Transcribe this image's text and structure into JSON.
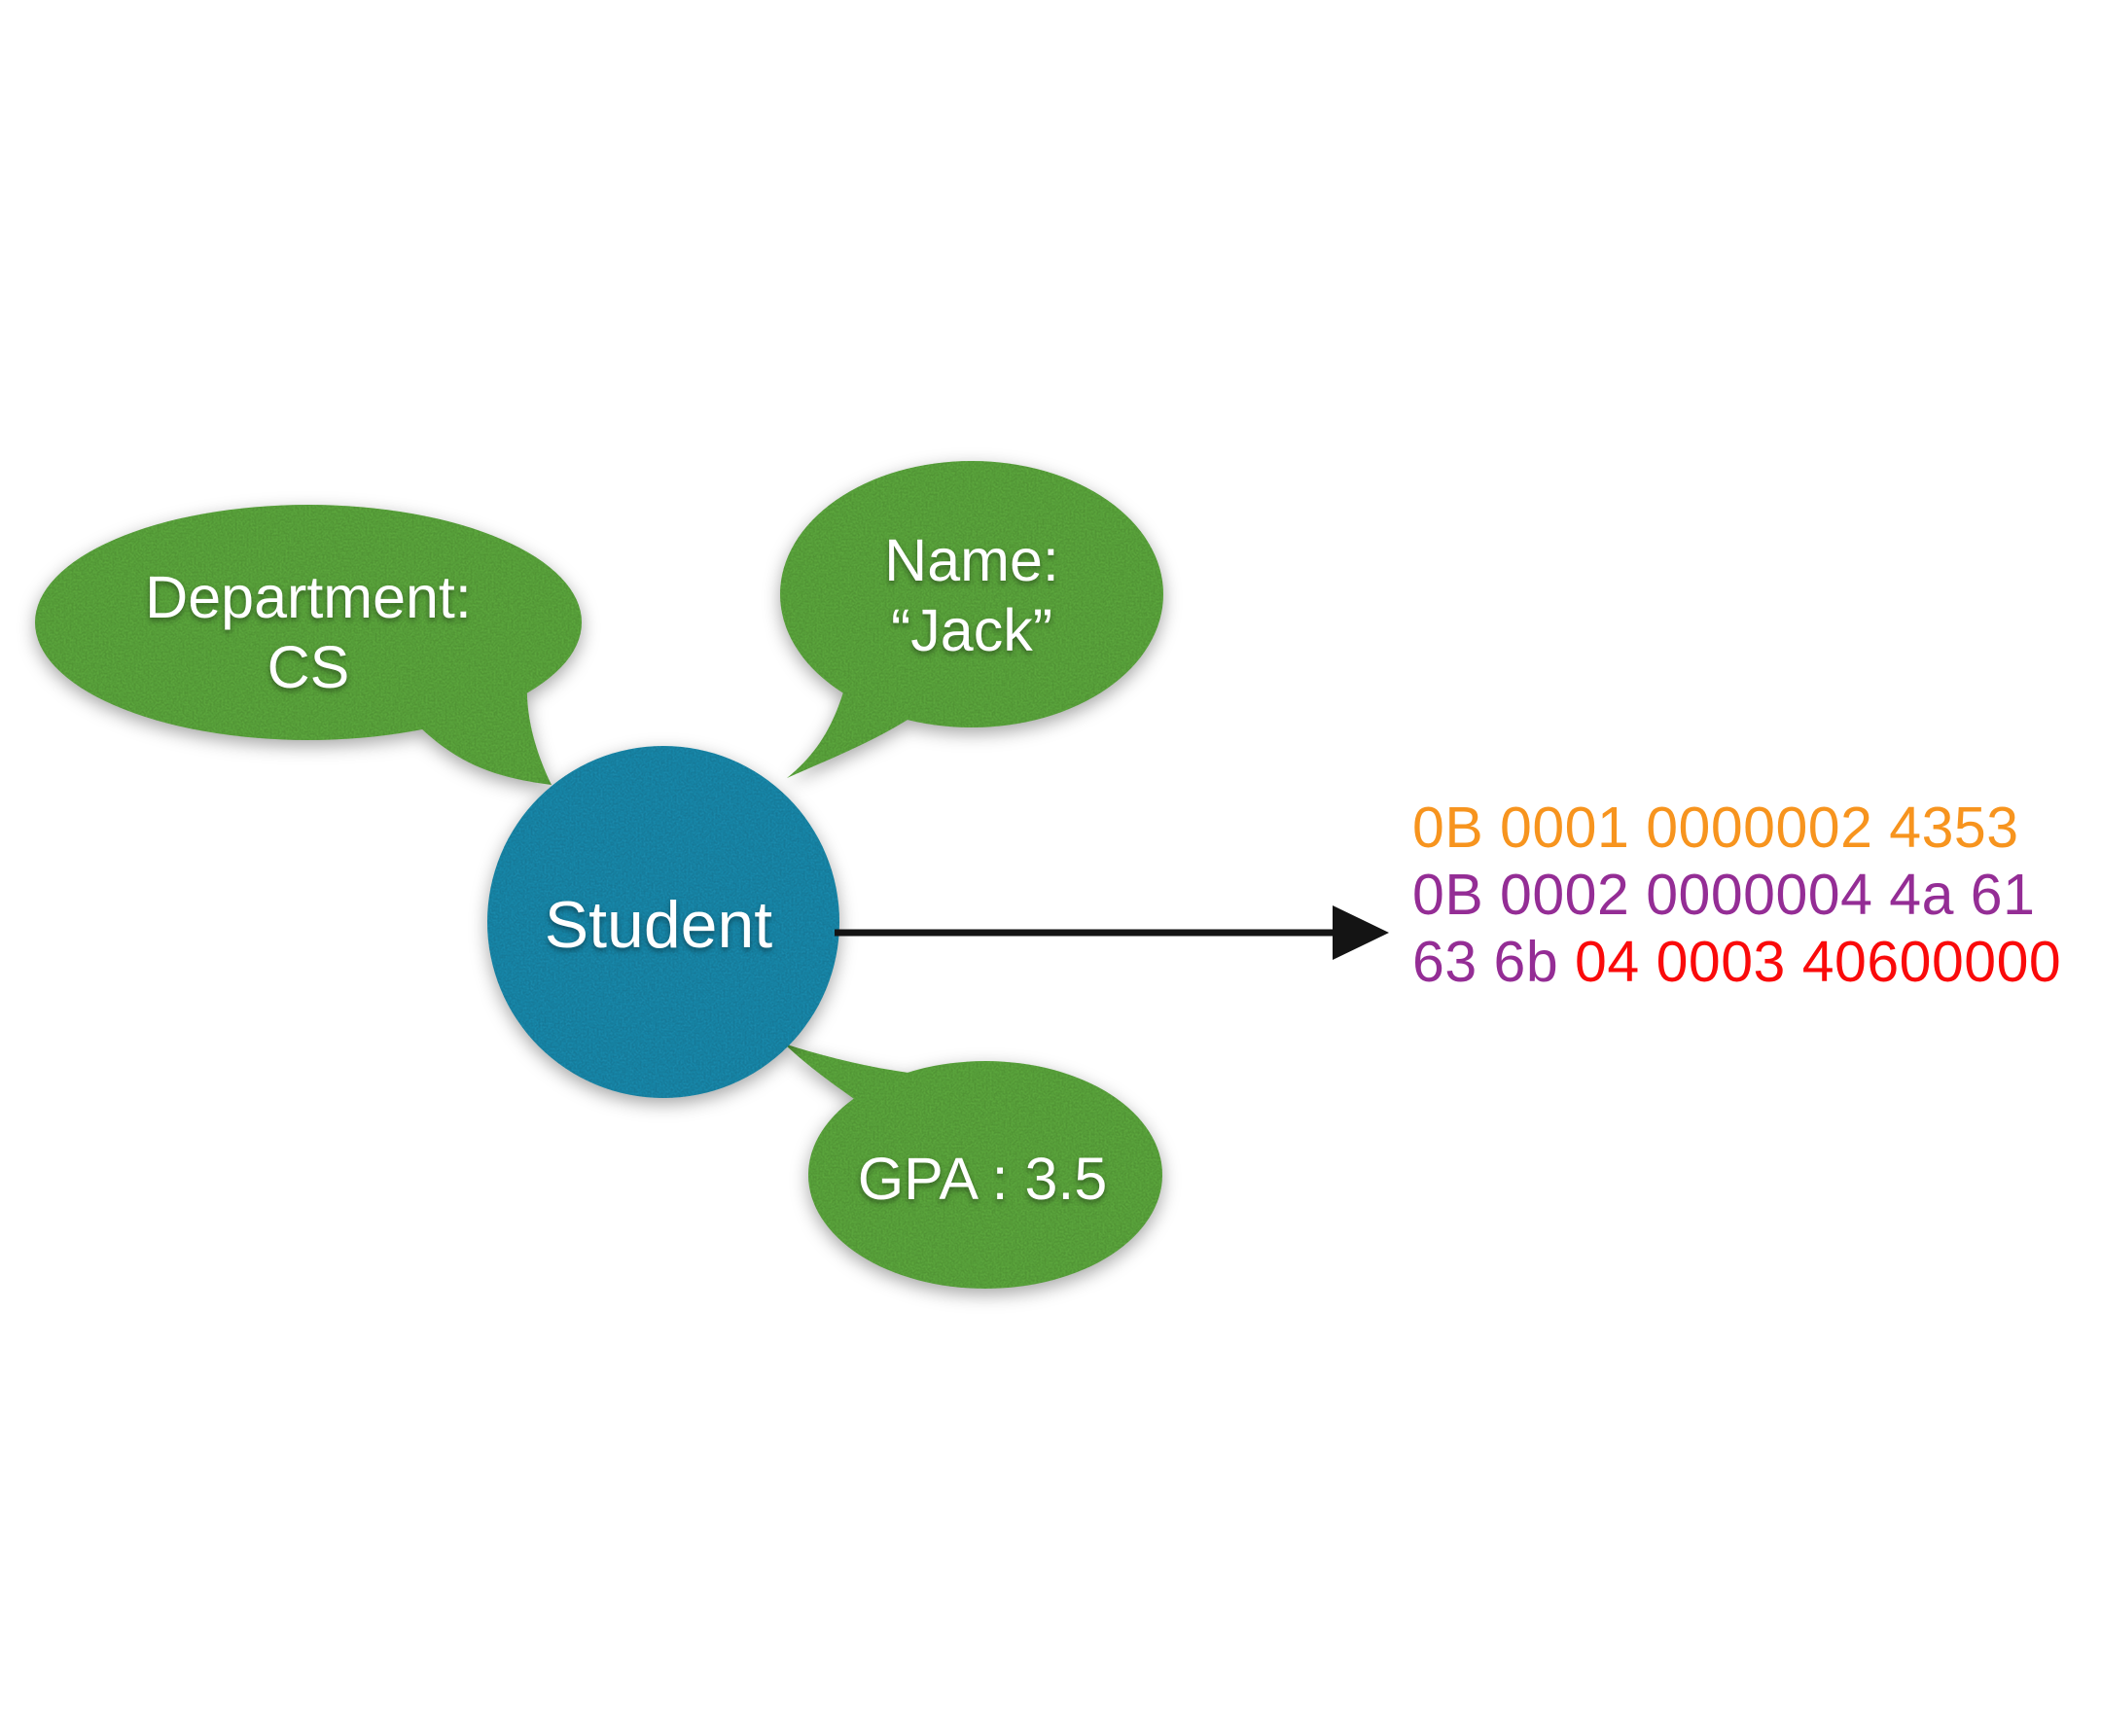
{
  "node": {
    "label": "Student",
    "fill": "#1c88aa",
    "text_color": "#ffffff"
  },
  "bubbles": [
    {
      "id": "department",
      "lines": [
        "Department:",
        "CS"
      ],
      "fill": "#5ba63e",
      "text_color": "#ffffff"
    },
    {
      "id": "name",
      "lines": [
        "Name:",
        "“Jack”"
      ],
      "fill": "#5ba63e",
      "text_color": "#ffffff"
    },
    {
      "id": "gpa",
      "lines": [
        "GPA : 3.5"
      ],
      "fill": "#5ba63e",
      "text_color": "#ffffff"
    }
  ],
  "arrow": {
    "color": "#141414"
  },
  "encoding": {
    "line1": {
      "text": "0B 0001 0000002 4353",
      "color": "#f7941e"
    },
    "line2": {
      "text": "0B 0002 0000004 4a 61",
      "color": "#942d95"
    },
    "line3": {
      "segments": [
        {
          "text": "63 6b ",
          "color": "#942d95"
        },
        {
          "text": "04 0003 40600000",
          "color": "#fa0a0a"
        }
      ]
    }
  }
}
